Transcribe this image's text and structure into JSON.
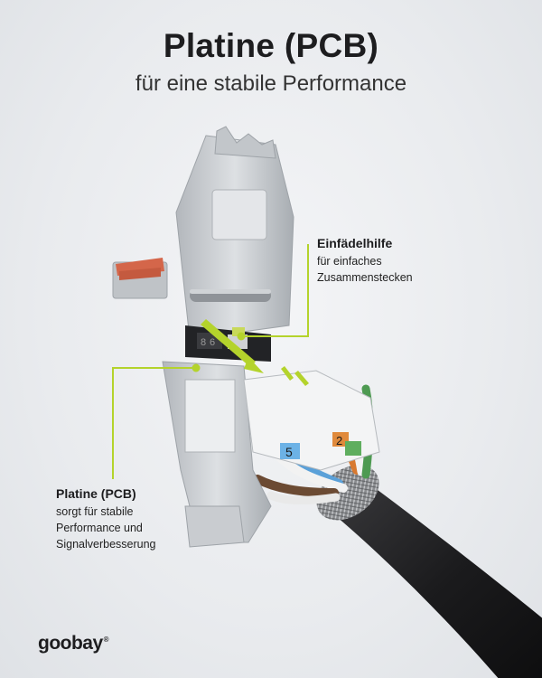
{
  "heading": {
    "title": "Platine (PCB)",
    "subtitle": "für eine stabile Performance"
  },
  "callouts": {
    "threading_aid": {
      "title": "Einfädelhilfe",
      "lines": [
        "für einfaches",
        "Zusammenstecken"
      ]
    },
    "pcb": {
      "title": "Platine (PCB)",
      "lines": [
        "sorgt für stabile",
        "Performance und",
        "Signalverbesserung"
      ]
    }
  },
  "wire_numbers": [
    "5",
    "2",
    "6",
    "8"
  ],
  "logo": {
    "text": "goobay",
    "mark": "®"
  },
  "colors": {
    "accent": "#b4d32c",
    "cable": "#1e1e20",
    "housing": "#c9ccd0",
    "contacts": "#d4664a"
  },
  "icons": {
    "logo": "goobay-logo"
  }
}
